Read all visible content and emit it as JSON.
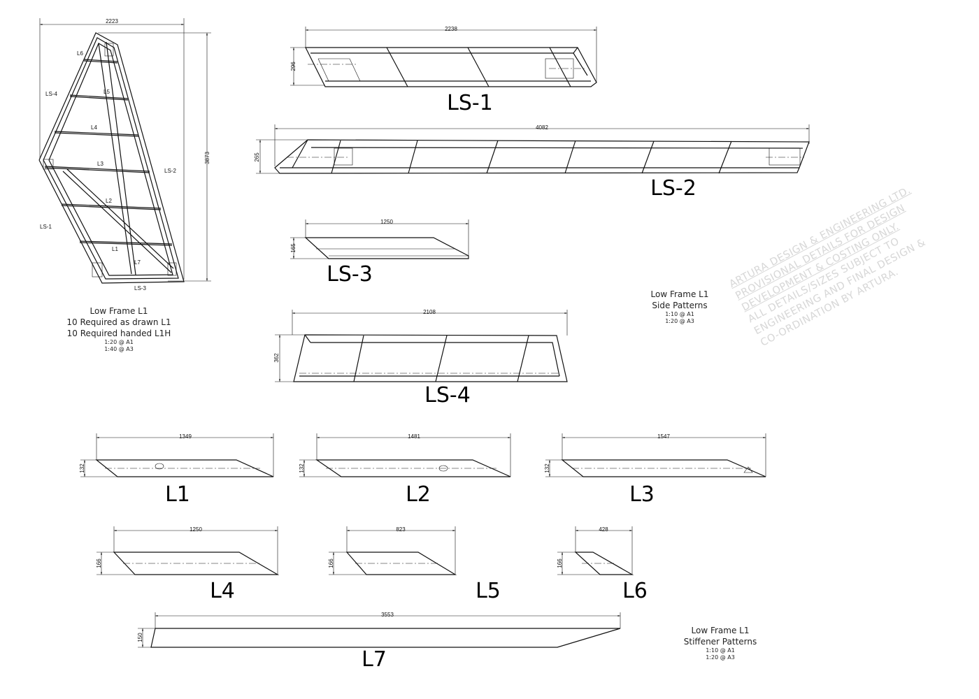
{
  "overview": {
    "width_dim": "2223",
    "height_dim": "3873",
    "labels": {
      "L1": "L1",
      "L2": "L2",
      "L3": "L3",
      "L4": "L4",
      "L5": "L5",
      "L6": "L6",
      "L7": "L7",
      "LS1": "LS-1",
      "LS2": "LS-2",
      "LS3": "LS-3",
      "LS4": "LS-4"
    }
  },
  "pieces": {
    "LS1": {
      "name": "LS-1",
      "length": "2238",
      "height": "296"
    },
    "LS2": {
      "name": "LS-2",
      "length": "4082",
      "height": "265"
    },
    "LS3": {
      "name": "LS-3",
      "length": "1250",
      "height": "165"
    },
    "LS4": {
      "name": "LS-4",
      "length": "2108",
      "height": "362"
    },
    "L1": {
      "name": "L1",
      "length": "1349",
      "height": "132"
    },
    "L2": {
      "name": "L2",
      "length": "1481",
      "height": "132"
    },
    "L3": {
      "name": "L3",
      "length": "1547",
      "height": "132"
    },
    "L4": {
      "name": "L4",
      "length": "1250",
      "height": "166"
    },
    "L5": {
      "name": "L5",
      "length": "823",
      "height": "166"
    },
    "L6": {
      "name": "L6",
      "length": "428",
      "height": "166"
    },
    "L7": {
      "name": "L7",
      "length": "3553",
      "height": "150"
    }
  },
  "notes": {
    "frame": {
      "title": "Low Frame L1",
      "line2": "10 Required as drawn L1",
      "line3": "10 Required handed L1H",
      "scale1": "1:20 @ A1",
      "scale2": "1:40 @ A3"
    },
    "side": {
      "title": "Low Frame L1",
      "line2": "Side Patterns",
      "scale1": "1:10 @ A1",
      "scale2": "1:20 @ A3"
    },
    "stiff": {
      "title": "Low Frame L1",
      "line2": "Stiffener Patterns",
      "scale1": "1:10 @ A1",
      "scale2": "1:20 @ A3"
    }
  },
  "watermark": {
    "lines": [
      "ARTURA DESIGN & ENGINEERING LTD.",
      "PROVISIONAL DETAILS FOR DESIGN",
      "DEVELOPMENT  & COSTING ONLY.",
      "ALL DETAILS/SIZES SUBJECT TO",
      "ENGINEERING AND FINAL DESIGN &",
      "CO-ORDINATION BY ARTURA."
    ]
  }
}
